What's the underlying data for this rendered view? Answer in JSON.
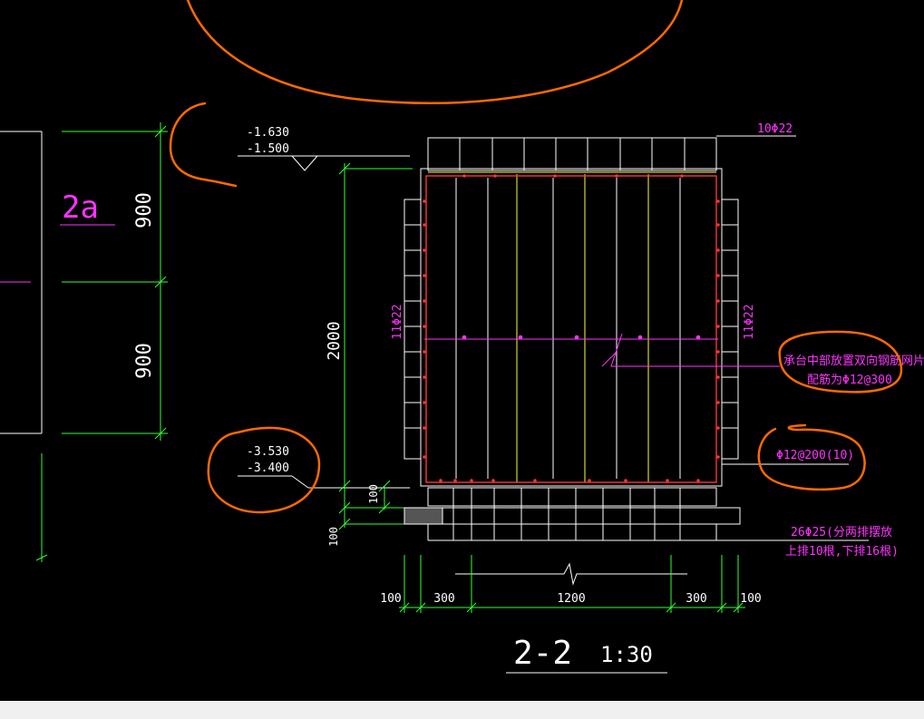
{
  "title": {
    "section": "2-2",
    "scale": "1:30"
  },
  "tag": "2a",
  "elevations": {
    "top_a": "-1.630",
    "top_b": "-1.500",
    "bottom_a": "-3.530",
    "bottom_b": "-3.400"
  },
  "dimensions": {
    "left_900_top": "900",
    "left_900_bottom": "900",
    "height_2000": "2000",
    "d100_upper": "100",
    "d100_lower": "100",
    "bottom": [
      "100",
      "300",
      "1200",
      "300",
      "100"
    ]
  },
  "rebar_labels": {
    "top": "10Φ22",
    "left": "11Φ22",
    "right": "11Φ22",
    "mesh_line1": "承台中部放置双向钢筋网片",
    "mesh_line2": "配筋为Φ12@300",
    "stirrup": "Φ12@200(10)",
    "bottom_line1": "26Φ25(分两排摆放",
    "bottom_line2": "上排10根,下排16根)"
  },
  "colors": {
    "background": "#000000",
    "dimension": "#33ff33",
    "text": "#ffffff",
    "rebar_label": "#ff33ff",
    "main_bar": "#ffff33",
    "stirrup": "#ff3333",
    "markup": "#ff6a00",
    "statusbar": "#f0f0f0"
  }
}
